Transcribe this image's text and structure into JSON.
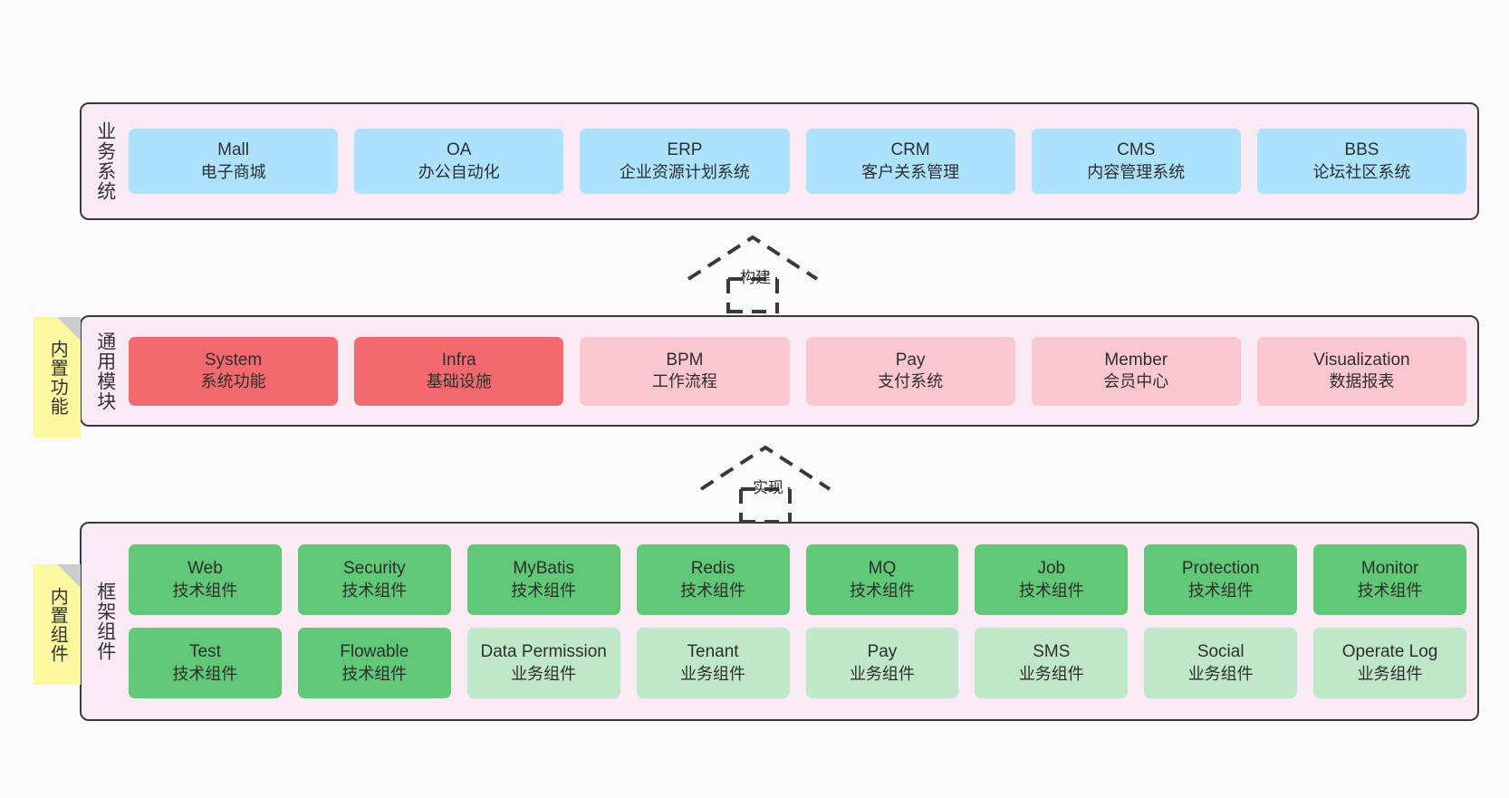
{
  "layers": [
    {
      "id": "business",
      "title": "业务系统",
      "rows": [
        {
          "cells": [
            {
              "name": "mall",
              "title": "Mall",
              "subtitle": "电子商城",
              "color": "#ace2fc",
              "variant": "c-blue"
            },
            {
              "name": "oa",
              "title": "OA",
              "subtitle": "办公自动化",
              "color": "#ace2fc",
              "variant": "c-blue"
            },
            {
              "name": "erp",
              "title": "ERP",
              "subtitle": "企业资源计划系统",
              "color": "#ace2fc",
              "variant": "c-blue"
            },
            {
              "name": "crm",
              "title": "CRM",
              "subtitle": "客户关系管理",
              "color": "#ace2fc",
              "variant": "c-blue"
            },
            {
              "name": "cms",
              "title": "CMS",
              "subtitle": "内容管理系统",
              "color": "#ace2fc",
              "variant": "c-blue"
            },
            {
              "name": "bbs",
              "title": "BBS",
              "subtitle": "论坛社区系统",
              "color": "#ace2fc",
              "variant": "c-blue"
            }
          ]
        }
      ]
    },
    {
      "id": "common",
      "title": "通用模块",
      "rows": [
        {
          "cells": [
            {
              "name": "system",
              "title": "System",
              "subtitle": "系统功能",
              "color": "#f26a6e",
              "variant": "c-red"
            },
            {
              "name": "infra",
              "title": "Infra",
              "subtitle": "基础设施",
              "color": "#f26a6e",
              "variant": "c-red"
            },
            {
              "name": "bpm",
              "title": "BPM",
              "subtitle": "工作流程",
              "color": "#fac7d1",
              "variant": "c-pink"
            },
            {
              "name": "pay",
              "title": "Pay",
              "subtitle": "支付系统",
              "color": "#fac7d1",
              "variant": "c-pink"
            },
            {
              "name": "member",
              "title": "Member",
              "subtitle": "会员中心",
              "color": "#fac7d1",
              "variant": "c-pink"
            },
            {
              "name": "visualization",
              "title": "Visualization",
              "subtitle": "数据报表",
              "color": "#fac7d1",
              "variant": "c-pink"
            }
          ]
        }
      ]
    },
    {
      "id": "frame",
      "title": "框架组件",
      "rows": [
        {
          "cells": [
            {
              "name": "web",
              "title": "Web",
              "subtitle": "技术组件",
              "color": "#61c878",
              "variant": "c-green"
            },
            {
              "name": "security",
              "title": "Security",
              "subtitle": "技术组件",
              "color": "#61c878",
              "variant": "c-green"
            },
            {
              "name": "mybatis",
              "title": "MyBatis",
              "subtitle": "技术组件",
              "color": "#61c878",
              "variant": "c-green"
            },
            {
              "name": "redis",
              "title": "Redis",
              "subtitle": "技术组件",
              "color": "#61c878",
              "variant": "c-green"
            },
            {
              "name": "mq",
              "title": "MQ",
              "subtitle": "技术组件",
              "color": "#61c878",
              "variant": "c-green"
            },
            {
              "name": "job",
              "title": "Job",
              "subtitle": "技术组件",
              "color": "#61c878",
              "variant": "c-green"
            },
            {
              "name": "protection",
              "title": "Protection",
              "subtitle": "技术组件",
              "color": "#61c878",
              "variant": "c-green"
            },
            {
              "name": "monitor",
              "title": "Monitor",
              "subtitle": "技术组件",
              "color": "#61c878",
              "variant": "c-green"
            }
          ]
        },
        {
          "cells": [
            {
              "name": "test",
              "title": "Test",
              "subtitle": "技术组件",
              "color": "#61c878",
              "variant": "c-green"
            },
            {
              "name": "flowable",
              "title": "Flowable",
              "subtitle": "技术组件",
              "color": "#61c878",
              "variant": "c-green"
            },
            {
              "name": "data-permission",
              "title": "Data Permission",
              "subtitle": "业务组件",
              "color": "#bfe8c8",
              "variant": "c-greenlight"
            },
            {
              "name": "tenant",
              "title": "Tenant",
              "subtitle": "业务组件",
              "color": "#bfe8c8",
              "variant": "c-greenlight"
            },
            {
              "name": "pay-component",
              "title": "Pay",
              "subtitle": "业务组件",
              "color": "#bfe8c8",
              "variant": "c-greenlight"
            },
            {
              "name": "sms",
              "title": "SMS",
              "subtitle": "业务组件",
              "color": "#bfe8c8",
              "variant": "c-greenlight"
            },
            {
              "name": "social",
              "title": "Social",
              "subtitle": "业务组件",
              "color": "#bfe8c8",
              "variant": "c-greenlight"
            },
            {
              "name": "operate-log",
              "title": "Operate Log",
              "subtitle": "业务组件",
              "color": "#bfe8c8",
              "variant": "c-greenlight"
            }
          ]
        }
      ]
    }
  ],
  "notes": [
    {
      "id": "functions",
      "label": "内置功能"
    },
    {
      "id": "components",
      "label": "内置组件"
    }
  ],
  "arrows": [
    {
      "id": "build",
      "label": "构建"
    },
    {
      "id": "implement",
      "label": "实现"
    }
  ],
  "colors": {
    "canvas_background": "#fafafa",
    "layer_background": "#f9eaf4",
    "layer_border": "#3a3a3a",
    "note_background": "#fbf8a0",
    "note_fold": "#cccccc",
    "business_cell": "#ace2fc",
    "common_core_cell": "#f26a6e",
    "common_cell": "#fac7d1",
    "tech_component_cell": "#61c878",
    "business_component_cell": "#bfe8c8",
    "text": "#2e2e2e",
    "arrow_stroke": "#3a3a3a"
  }
}
